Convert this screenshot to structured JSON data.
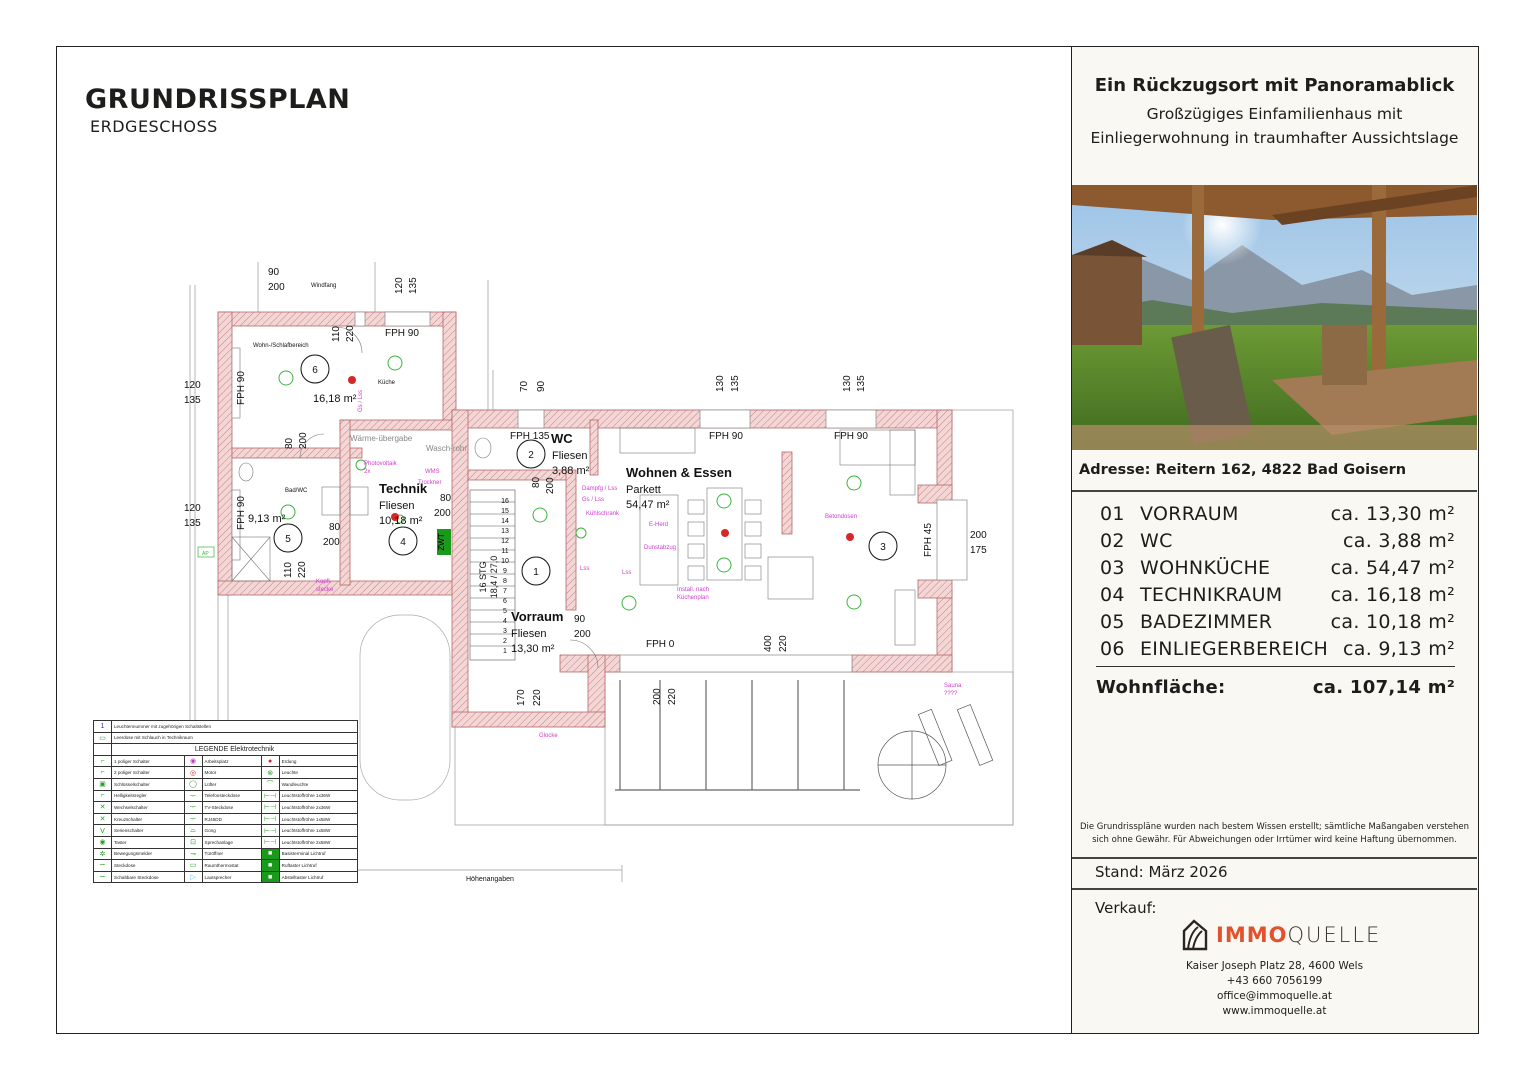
{
  "header": {
    "title": "GRUNDRISSPLAN",
    "subtitle": "ERDGESCHOSS"
  },
  "panel": {
    "title": "Ein Rückzugsort mit Panoramablick",
    "subtitle_line1": "Großzügiges Einfamilienhaus mit",
    "subtitle_line2": "Einliegerwohnung in traumhafter Aussichtslage",
    "address": "Adresse:  Reitern 162, 4822 Bad Goisern",
    "rooms": [
      {
        "no": "01",
        "name": "VORRAUM",
        "area": "ca. 13,30 m²"
      },
      {
        "no": "02",
        "name": "WC",
        "area": "ca. 3,88 m²"
      },
      {
        "no": "03",
        "name": "WOHNKÜCHE",
        "area": "ca. 54,47 m²"
      },
      {
        "no": "04",
        "name": "TECHNIKRAUM",
        "area": "ca. 16,18 m²"
      },
      {
        "no": "05",
        "name": "BADEZIMMER",
        "area": "ca. 10,18 m²"
      },
      {
        "no": "06",
        "name": "EINLIEGERBEREICH",
        "area": "ca. 9,13 m²"
      }
    ],
    "total_label": "Wohnfläche:",
    "total_area": "ca. 107,14 m²",
    "disclaimer_line1": "Die Grundrisspläne wurden nach bestem Wissen erstellt; sämtliche Maßangaben verstehen",
    "disclaimer_line2": "sich ohne Gewähr. Für Abweichungen oder Irrtümer wird keine Haftung übernommen.",
    "stand": "Stand: März 2026",
    "verkauf": "Verkauf:",
    "logo": {
      "part1": "IMMO",
      "part2": "QUELLE",
      "accent": "#e0532e"
    },
    "contact": [
      "Kaiser Joseph Platz 28, 4600 Wels",
      "+43 660 7056199",
      "office@immoquelle.at",
      "www.immoquelle.at"
    ]
  },
  "plan": {
    "rooms": [
      {
        "no": "1",
        "name": "Vorraum",
        "floor": "Fliesen",
        "area": "13,30 m²"
      },
      {
        "no": "2",
        "name": "WC",
        "floor": "Fliesen",
        "area": "3,88 m²"
      },
      {
        "no": "3",
        "name": "Wohnen & Essen",
        "floor": "Parkett",
        "area": "54,47 m²"
      },
      {
        "no": "4",
        "name": "Technik",
        "floor": "Fliesen",
        "area": "10,18 m²"
      },
      {
        "no": "5",
        "name": "Bad/WC",
        "area": "9,13 m²"
      },
      {
        "no": "6",
        "name": "Wohn-/Schlafbereich",
        "sub": "Küche",
        "area": "16,18 m²"
      }
    ],
    "labels": {
      "windfang": "Windfang",
      "waerme": "Wärme-übergabe",
      "wasch": "Wasch-rohr",
      "zwt": "ZWT",
      "ap": "AP",
      "hoehen": "Höhenangaben",
      "stg": "16 STG",
      "stg2": "18,4 / 27,0"
    },
    "fph": [
      "FPH 90",
      "FPH 90",
      "FPH 90",
      "FPH 135",
      "FPH 90",
      "FPH 90",
      "FPH 45",
      "FPH 0"
    ],
    "dims": [
      "90",
      "200",
      "120",
      "135",
      "110",
      "220",
      "120",
      "135",
      "80",
      "200",
      "120",
      "135",
      "80",
      "200",
      "110",
      "220",
      "80",
      "200",
      "80",
      "200",
      "70",
      "90",
      "130",
      "135",
      "130",
      "135",
      "200",
      "175",
      "90",
      "200",
      "400",
      "220",
      "170",
      "220",
      "200",
      "220"
    ],
    "stairs": [
      "16",
      "15",
      "14",
      "13",
      "12",
      "11",
      "10",
      "9",
      "8",
      "7",
      "6",
      "5",
      "4",
      "3",
      "2",
      "1"
    ],
    "electro": [
      "Photovoltaik",
      "2x",
      "WMS",
      "Trockner",
      "Dampfg / Lss",
      "Gs / Lss",
      "Kühlschrank",
      "E-Herd",
      "Dunstabzug",
      "Lss",
      "Lss",
      "Install. nach",
      "Küchenplan",
      "Betondosen",
      "Sauna",
      "????",
      "Glocke",
      "Kopfl.",
      "stecke",
      "Gs / Lss"
    ]
  },
  "legend": {
    "top": [
      "Leuchtennummer mit zugehörigen Schaltstellen",
      "Leerdose mit Schlauch in Technikraum"
    ],
    "title": "LEGENDE Elektrotechnik",
    "rows": [
      [
        "1 poliger Schalter",
        "Arbeitsplatz",
        "Erdung"
      ],
      [
        "2 poliger Schalter",
        "Motor",
        "Leuchte"
      ],
      [
        "Schlüsselschalter",
        "Lüfter",
        "Wandleuchte"
      ],
      [
        "Helligkeitsregler",
        "Telefonsteckdose",
        "Leuchtstoffröhre 1x36W"
      ],
      [
        "Wechselschalter",
        "TV-Steckdose",
        "Leuchtstoffröhre 2x36W"
      ],
      [
        "Kreuzschalter",
        "RJ45DD",
        "Leuchtstoffröhre 1x58W"
      ],
      [
        "Serienschalter",
        "Gong",
        "Leuchtstoffröhre 1x58W"
      ],
      [
        "Taster",
        "Sprechanlage",
        "Leuchtstoffröhre 2x58W"
      ],
      [
        "Bewegungsmelder",
        "Türöffner",
        "Basisterminal Lichtruf"
      ],
      [
        "Steckdose",
        "Raumthermostat",
        "Ruftaster Lichtruf"
      ],
      [
        "Schaltbare Steckdose",
        "Lautsprecher",
        "Abstelltaster Lichtruf"
      ]
    ]
  }
}
